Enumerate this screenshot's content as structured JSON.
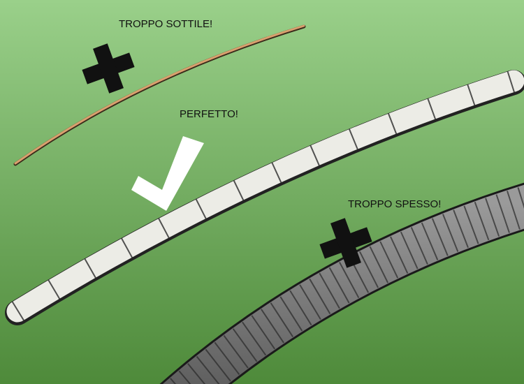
{
  "labels": {
    "too_thin": "TROPPO SOTTILE!",
    "perfect": "PERFETTO!",
    "too_thick": "TROPPO SPESSO!"
  },
  "colors": {
    "background_top": "#9ad08a",
    "background_bottom": "#4e8a3a",
    "thin_rope": "#d9a06e",
    "good_rope": "#e9e9e4",
    "thick_rope": "#7a7a7a",
    "mark": "#111111",
    "check": "#ffffff"
  }
}
